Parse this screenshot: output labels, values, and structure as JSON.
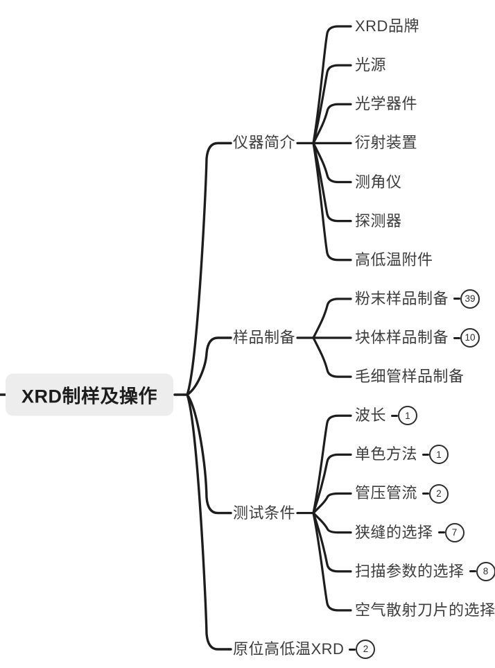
{
  "root": {
    "label": "XRD制样及操作"
  },
  "branches": [
    {
      "label": "仪器简介",
      "children": [
        {
          "label": "XRD品牌"
        },
        {
          "label": "光源"
        },
        {
          "label": "光学器件"
        },
        {
          "label": "衍射装置"
        },
        {
          "label": "测角仪"
        },
        {
          "label": "探测器"
        },
        {
          "label": "高低温附件"
        }
      ]
    },
    {
      "label": "样品制备",
      "children": [
        {
          "label": "粉末样品制备",
          "badge": "39"
        },
        {
          "label": "块体样品制备",
          "badge": "10"
        },
        {
          "label": "毛细管样品制备"
        }
      ]
    },
    {
      "label": "测试条件",
      "children": [
        {
          "label": "波长",
          "badge": "1"
        },
        {
          "label": "单色方法",
          "badge": "1"
        },
        {
          "label": "管压管流",
          "badge": "2"
        },
        {
          "label": "狭缝的选择",
          "badge": "7"
        },
        {
          "label": "扫描参数的选择",
          "badge": "8"
        },
        {
          "label": "空气散射刀片的选择"
        }
      ]
    },
    {
      "label": "原位高低温XRD",
      "badge": "2",
      "children": []
    }
  ],
  "colors": {
    "background": "#ffffff",
    "line": "#1d1d1d",
    "text": "#3d3d3d",
    "root_bg": "#ededed",
    "root_text": "#1c1c1c",
    "badge": "#2d2d2d"
  }
}
